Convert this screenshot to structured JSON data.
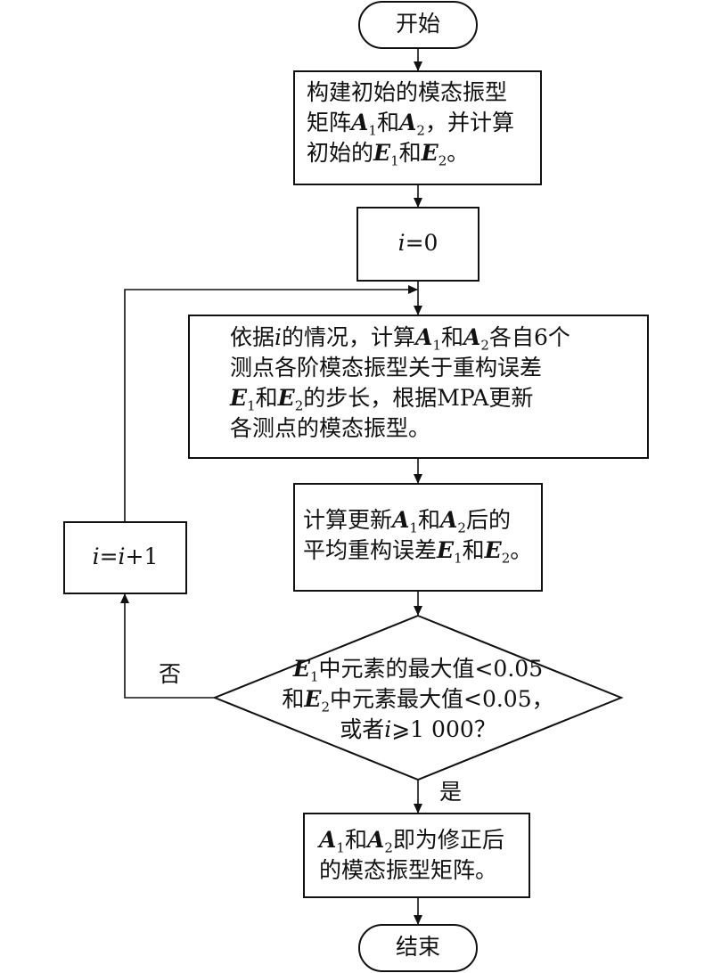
{
  "flowchart": {
    "start": "开始",
    "build": {
      "t1": "构建初始的模态振型",
      "t2": "矩阵",
      "A": "A",
      "s1": "1",
      "and": "和",
      "s2": "2",
      "t3": "，并计算",
      "t4": "初始的",
      "E": "E",
      "end": "。"
    },
    "init": {
      "i": "i",
      "rest": "=0"
    },
    "step": {
      "t1": "依据",
      "i": "i",
      "t2": "的情况，计算",
      "A": "A",
      "s1": "1",
      "and": "和",
      "s2": "2",
      "t3": "各自6个",
      "line2": "测点各阶模态振型关于重构误差",
      "E": "E",
      "t4": "的步长，根据MPA更新",
      "line4": "各测点的模态振型。"
    },
    "compute": {
      "t1": "计算更新",
      "A": "A",
      "s1": "1",
      "and": "和",
      "s2": "2",
      "t2": "后的",
      "t3": "平均重构误差",
      "E": "E",
      "end": "。"
    },
    "increment": {
      "i": "i",
      "eq": "=",
      "plus": "+1"
    },
    "decision": {
      "E": "E",
      "s1": "1",
      "t1": "中元素的最大值<0.05",
      "and": "和",
      "s2": "2",
      "t2": "中元素最大值<0.05，",
      "t3": "或者",
      "i": "i",
      "t4": "⩾1 000？"
    },
    "no_label": "否",
    "yes_label": "是",
    "result": {
      "A": "A",
      "s1": "1",
      "and": "和",
      "s2": "2",
      "t1": "即为修正后",
      "t2": "的模态振型矩阵。"
    },
    "end": "结束"
  }
}
